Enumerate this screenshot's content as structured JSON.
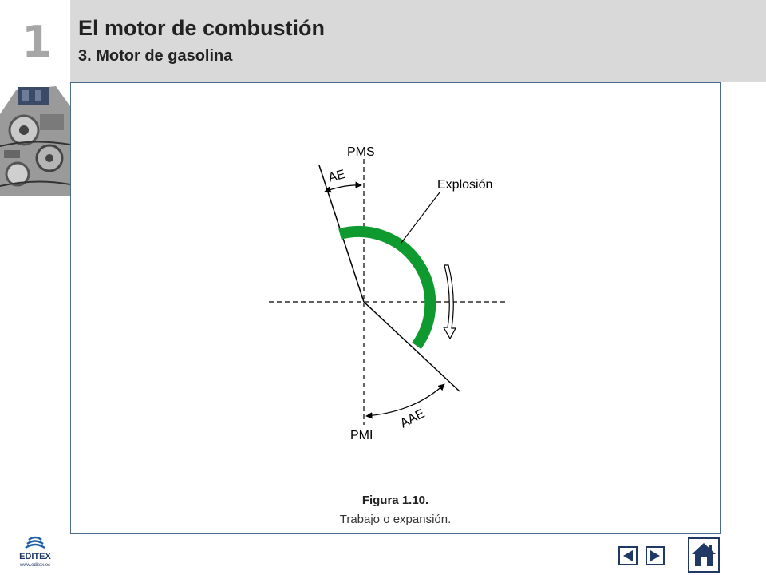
{
  "header": {
    "chapter_number": "1",
    "title": "El motor de combustión",
    "subtitle": "3. Motor de gasolina"
  },
  "diagram": {
    "labels": {
      "pms": "PMS",
      "pmi": "PMI",
      "ae": "AE",
      "aae": "AAE",
      "explosion": "Explosión"
    },
    "colors": {
      "power_stroke_arc": "#0e9a2e",
      "lines": "#000000"
    }
  },
  "caption": {
    "title": "Figura 1.10.",
    "text": "Trabajo o expansión."
  },
  "footer": {
    "logo_text": "EDITEX",
    "logo_url_text": "www.editex.es"
  },
  "nav": {
    "prev_icon": "triangle-left-icon",
    "next_icon": "triangle-right-icon",
    "home_icon": "home-icon"
  },
  "colors": {
    "header_bg": "#d9d9d9",
    "nav_border": "#1f3864",
    "nav_fill": "#1f3864"
  }
}
